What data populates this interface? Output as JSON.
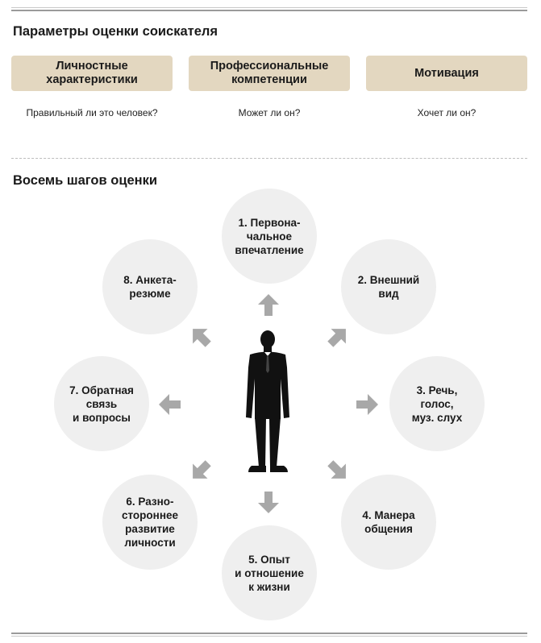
{
  "params": {
    "title": "Параметры оценки соискателя",
    "items": [
      {
        "label": "Личностные\nхарактеристики",
        "question": "Правильный ли это человек?"
      },
      {
        "label": "Профессиональные\nкомпетенции",
        "question": "Может ли он?"
      },
      {
        "label": "Мотивация",
        "question": "Хочет ли он?"
      }
    ]
  },
  "steps": {
    "title": "Восемь шагов оценки",
    "items": [
      {
        "label": "1. Первона-\nчальное\nвпечатление"
      },
      {
        "label": "2. Внешний\nвид"
      },
      {
        "label": "3. Речь,\nголос,\nмуз. слух"
      },
      {
        "label": "4. Манера\nобщения"
      },
      {
        "label": "5. Опыт\nи отношение\nк жизни"
      },
      {
        "label": "6. Разно-\nстороннее\nразвитие\nличности"
      },
      {
        "label": "7. Обратная\nсвязь\nи вопросы"
      },
      {
        "label": "8. Анкета-\nрезюме"
      }
    ]
  },
  "colors": {
    "param_box": "#e3d7c0",
    "circle": "#efefef",
    "arrow": "#a8a8a8",
    "figure": "#111111"
  },
  "icons": {
    "arrow": "arrow-icon",
    "center": "businessman-silhouette"
  }
}
